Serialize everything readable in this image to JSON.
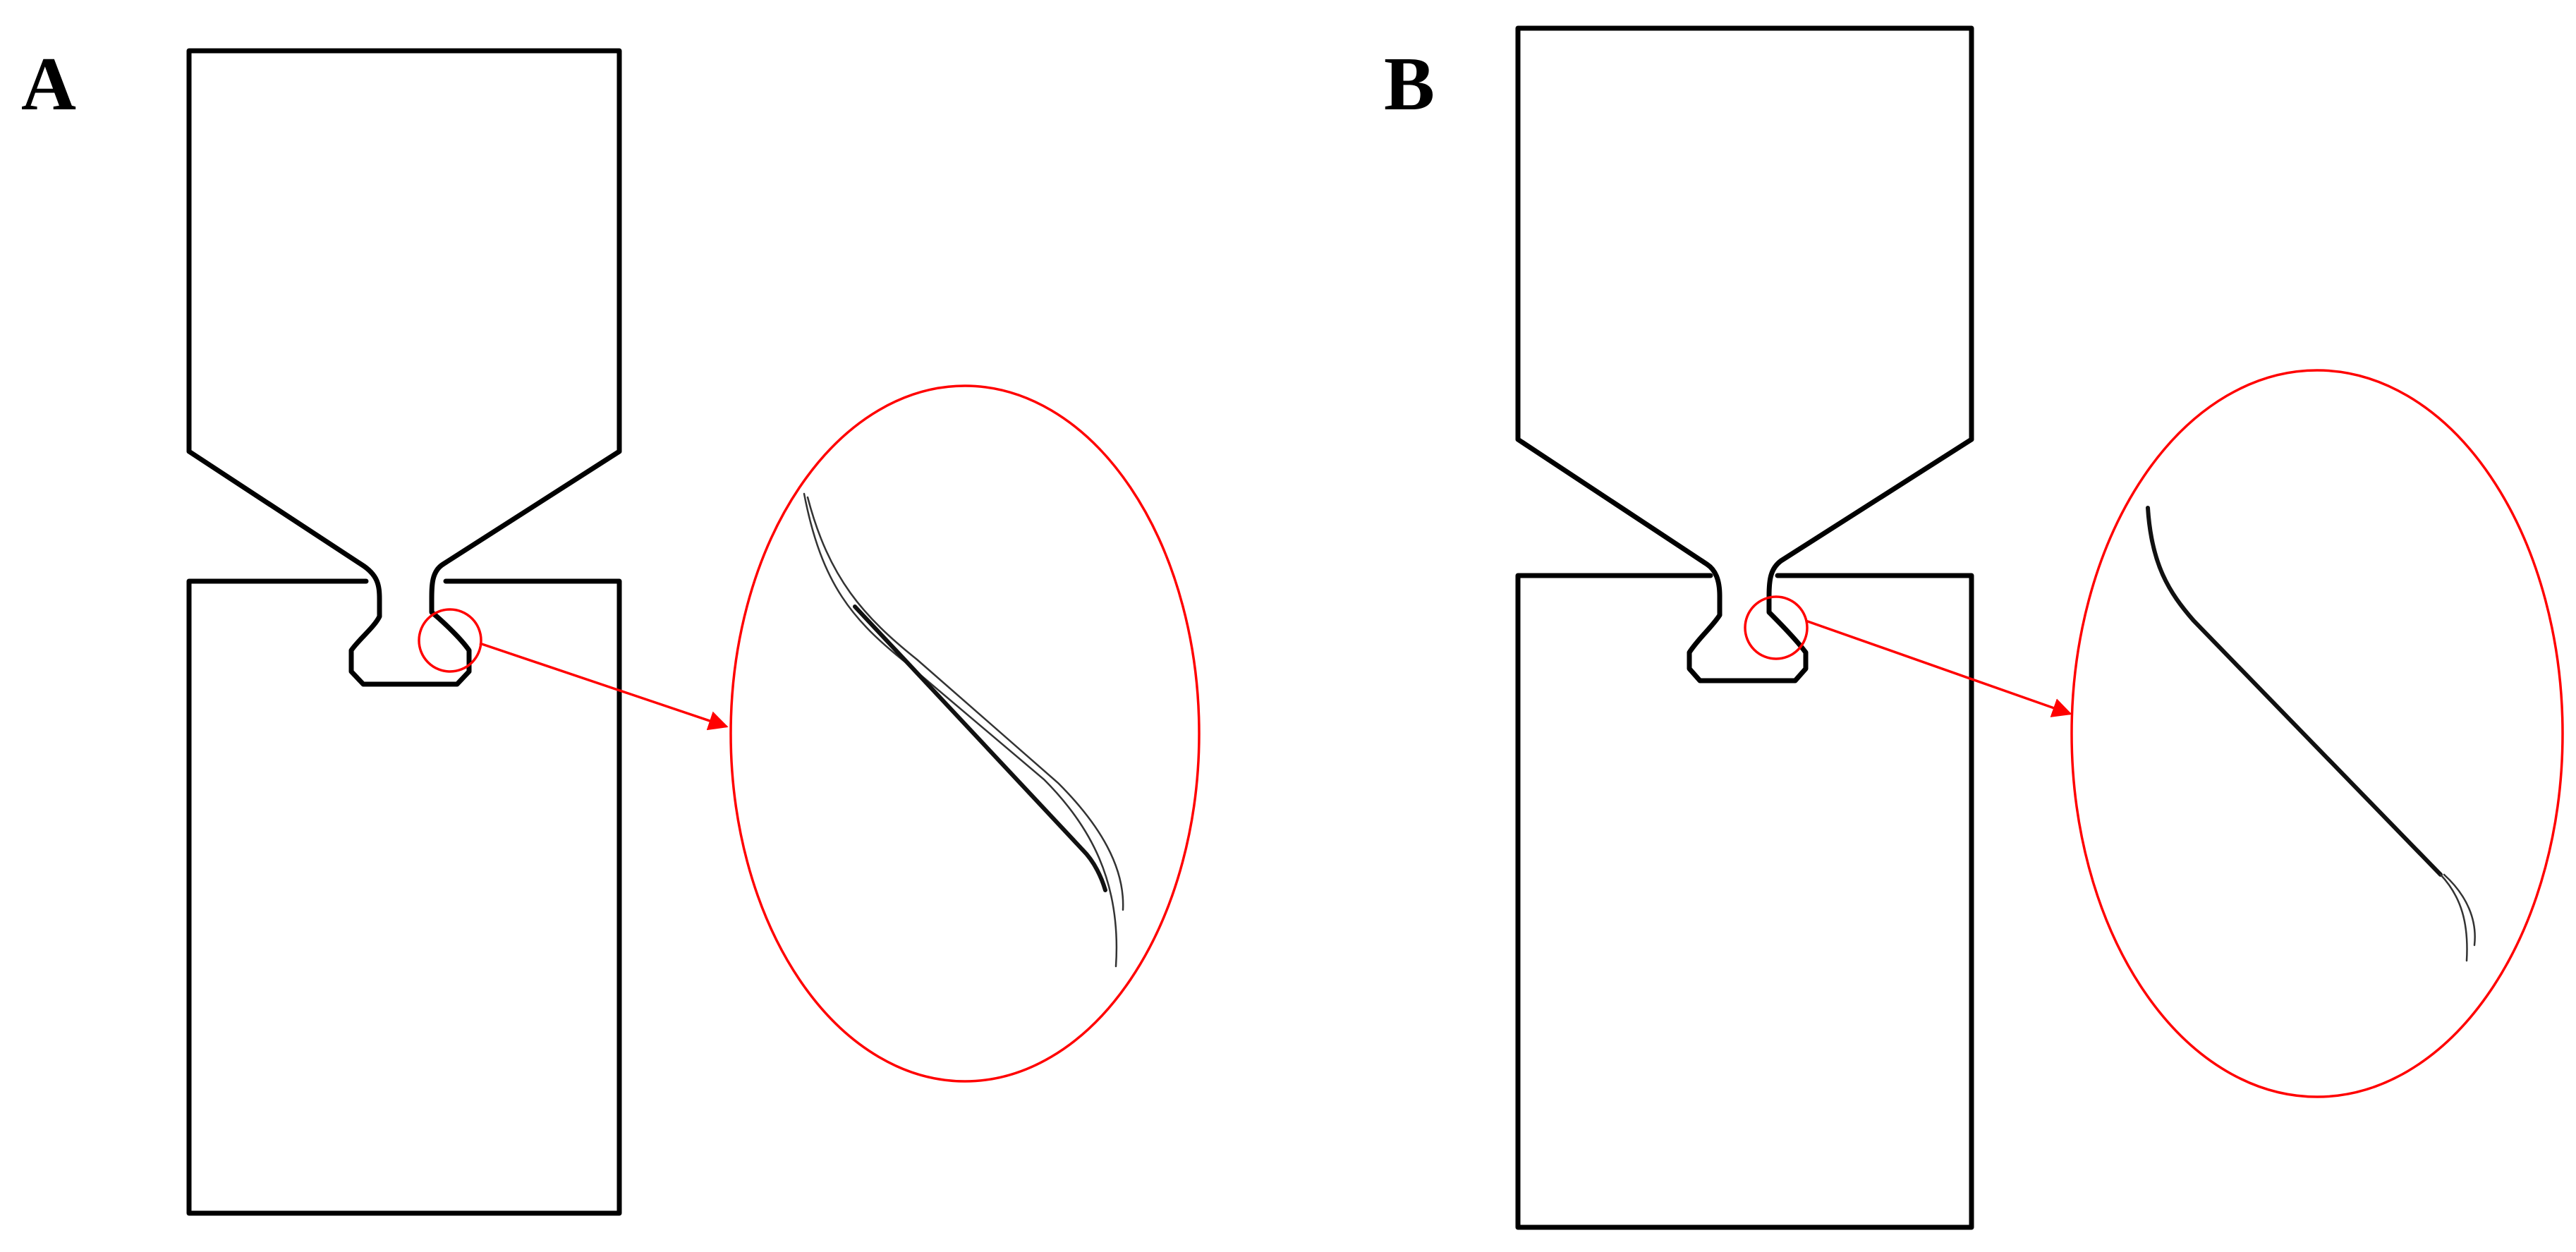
{
  "panels": [
    {
      "id": "A",
      "label": "A"
    },
    {
      "id": "B",
      "label": "B"
    }
  ],
  "colors": {
    "outline": "#000000",
    "highlight": "#ff0000"
  }
}
